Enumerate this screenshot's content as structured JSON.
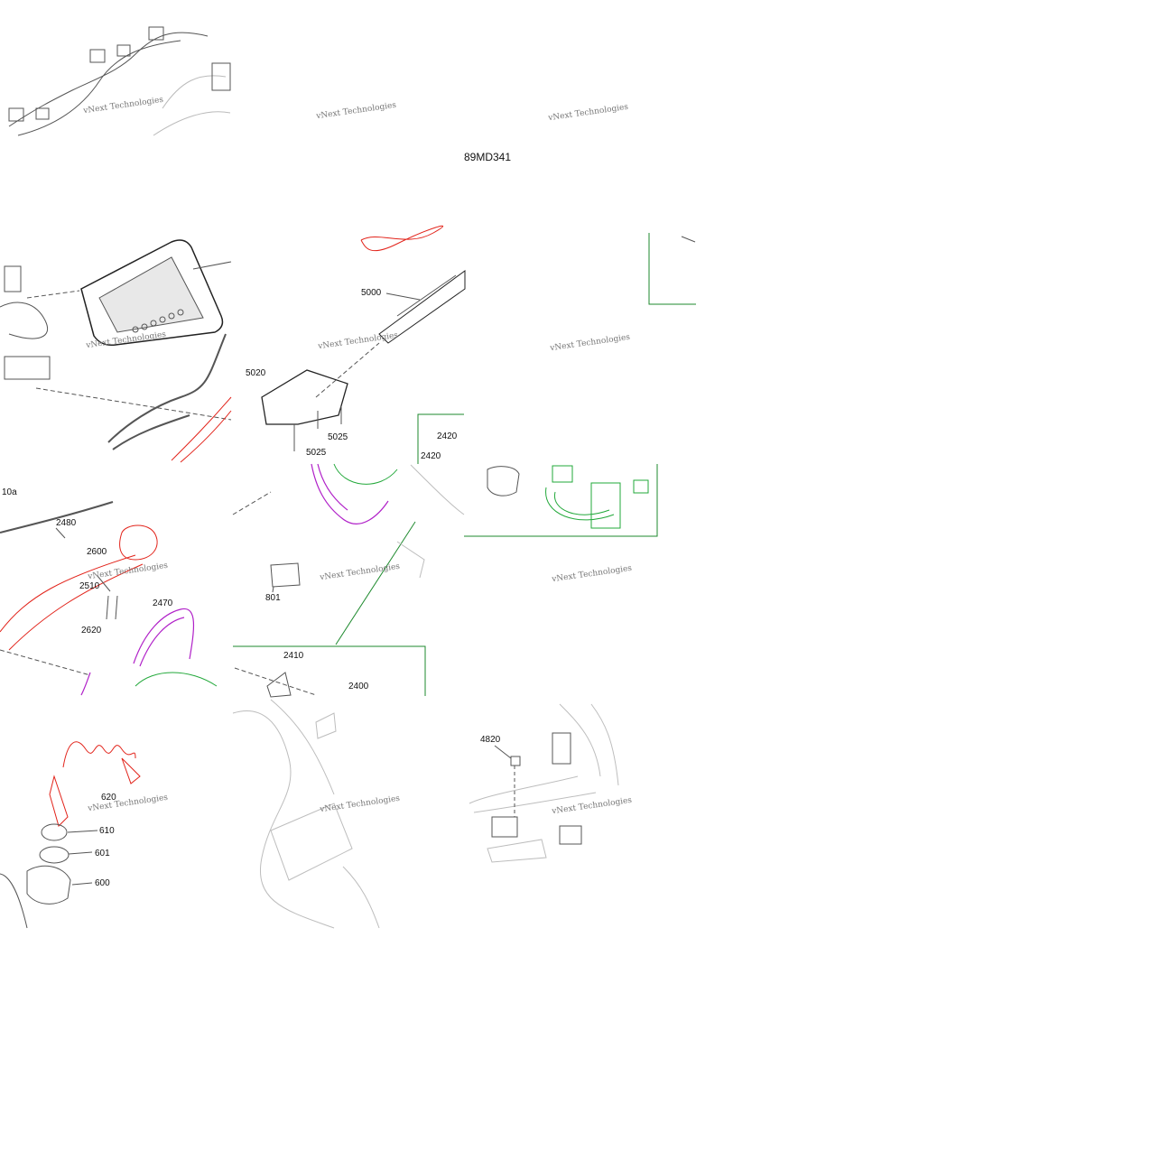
{
  "diagram": {
    "code": "89MD341",
    "watermark_text": "vNext Technologies",
    "colors": {
      "line": "#555555",
      "faint": "#bdbdbd",
      "red": "#e2231a",
      "green": "#22a83a",
      "purple": "#b020c8",
      "frame_green": "#1e8a2e"
    }
  },
  "callouts": [
    {
      "id": "10a",
      "text": "10a"
    },
    {
      "id": "2480",
      "text": "2480"
    },
    {
      "id": "2600",
      "text": "2600"
    },
    {
      "id": "2510",
      "text": "2510"
    },
    {
      "id": "2470",
      "text": "2470"
    },
    {
      "id": "2620",
      "text": "2620"
    },
    {
      "id": "5000",
      "text": "5000"
    },
    {
      "id": "5020",
      "text": "5020"
    },
    {
      "id": "5025a",
      "text": "5025"
    },
    {
      "id": "5025b",
      "text": "5025"
    },
    {
      "id": "2420a",
      "text": "2420"
    },
    {
      "id": "2420b",
      "text": "2420"
    },
    {
      "id": "801",
      "text": "801"
    },
    {
      "id": "2410",
      "text": "2410"
    },
    {
      "id": "2400",
      "text": "2400"
    },
    {
      "id": "620",
      "text": "620"
    },
    {
      "id": "610",
      "text": "610"
    },
    {
      "id": "601",
      "text": "601"
    },
    {
      "id": "600",
      "text": "600"
    },
    {
      "id": "4820",
      "text": "4820"
    }
  ]
}
